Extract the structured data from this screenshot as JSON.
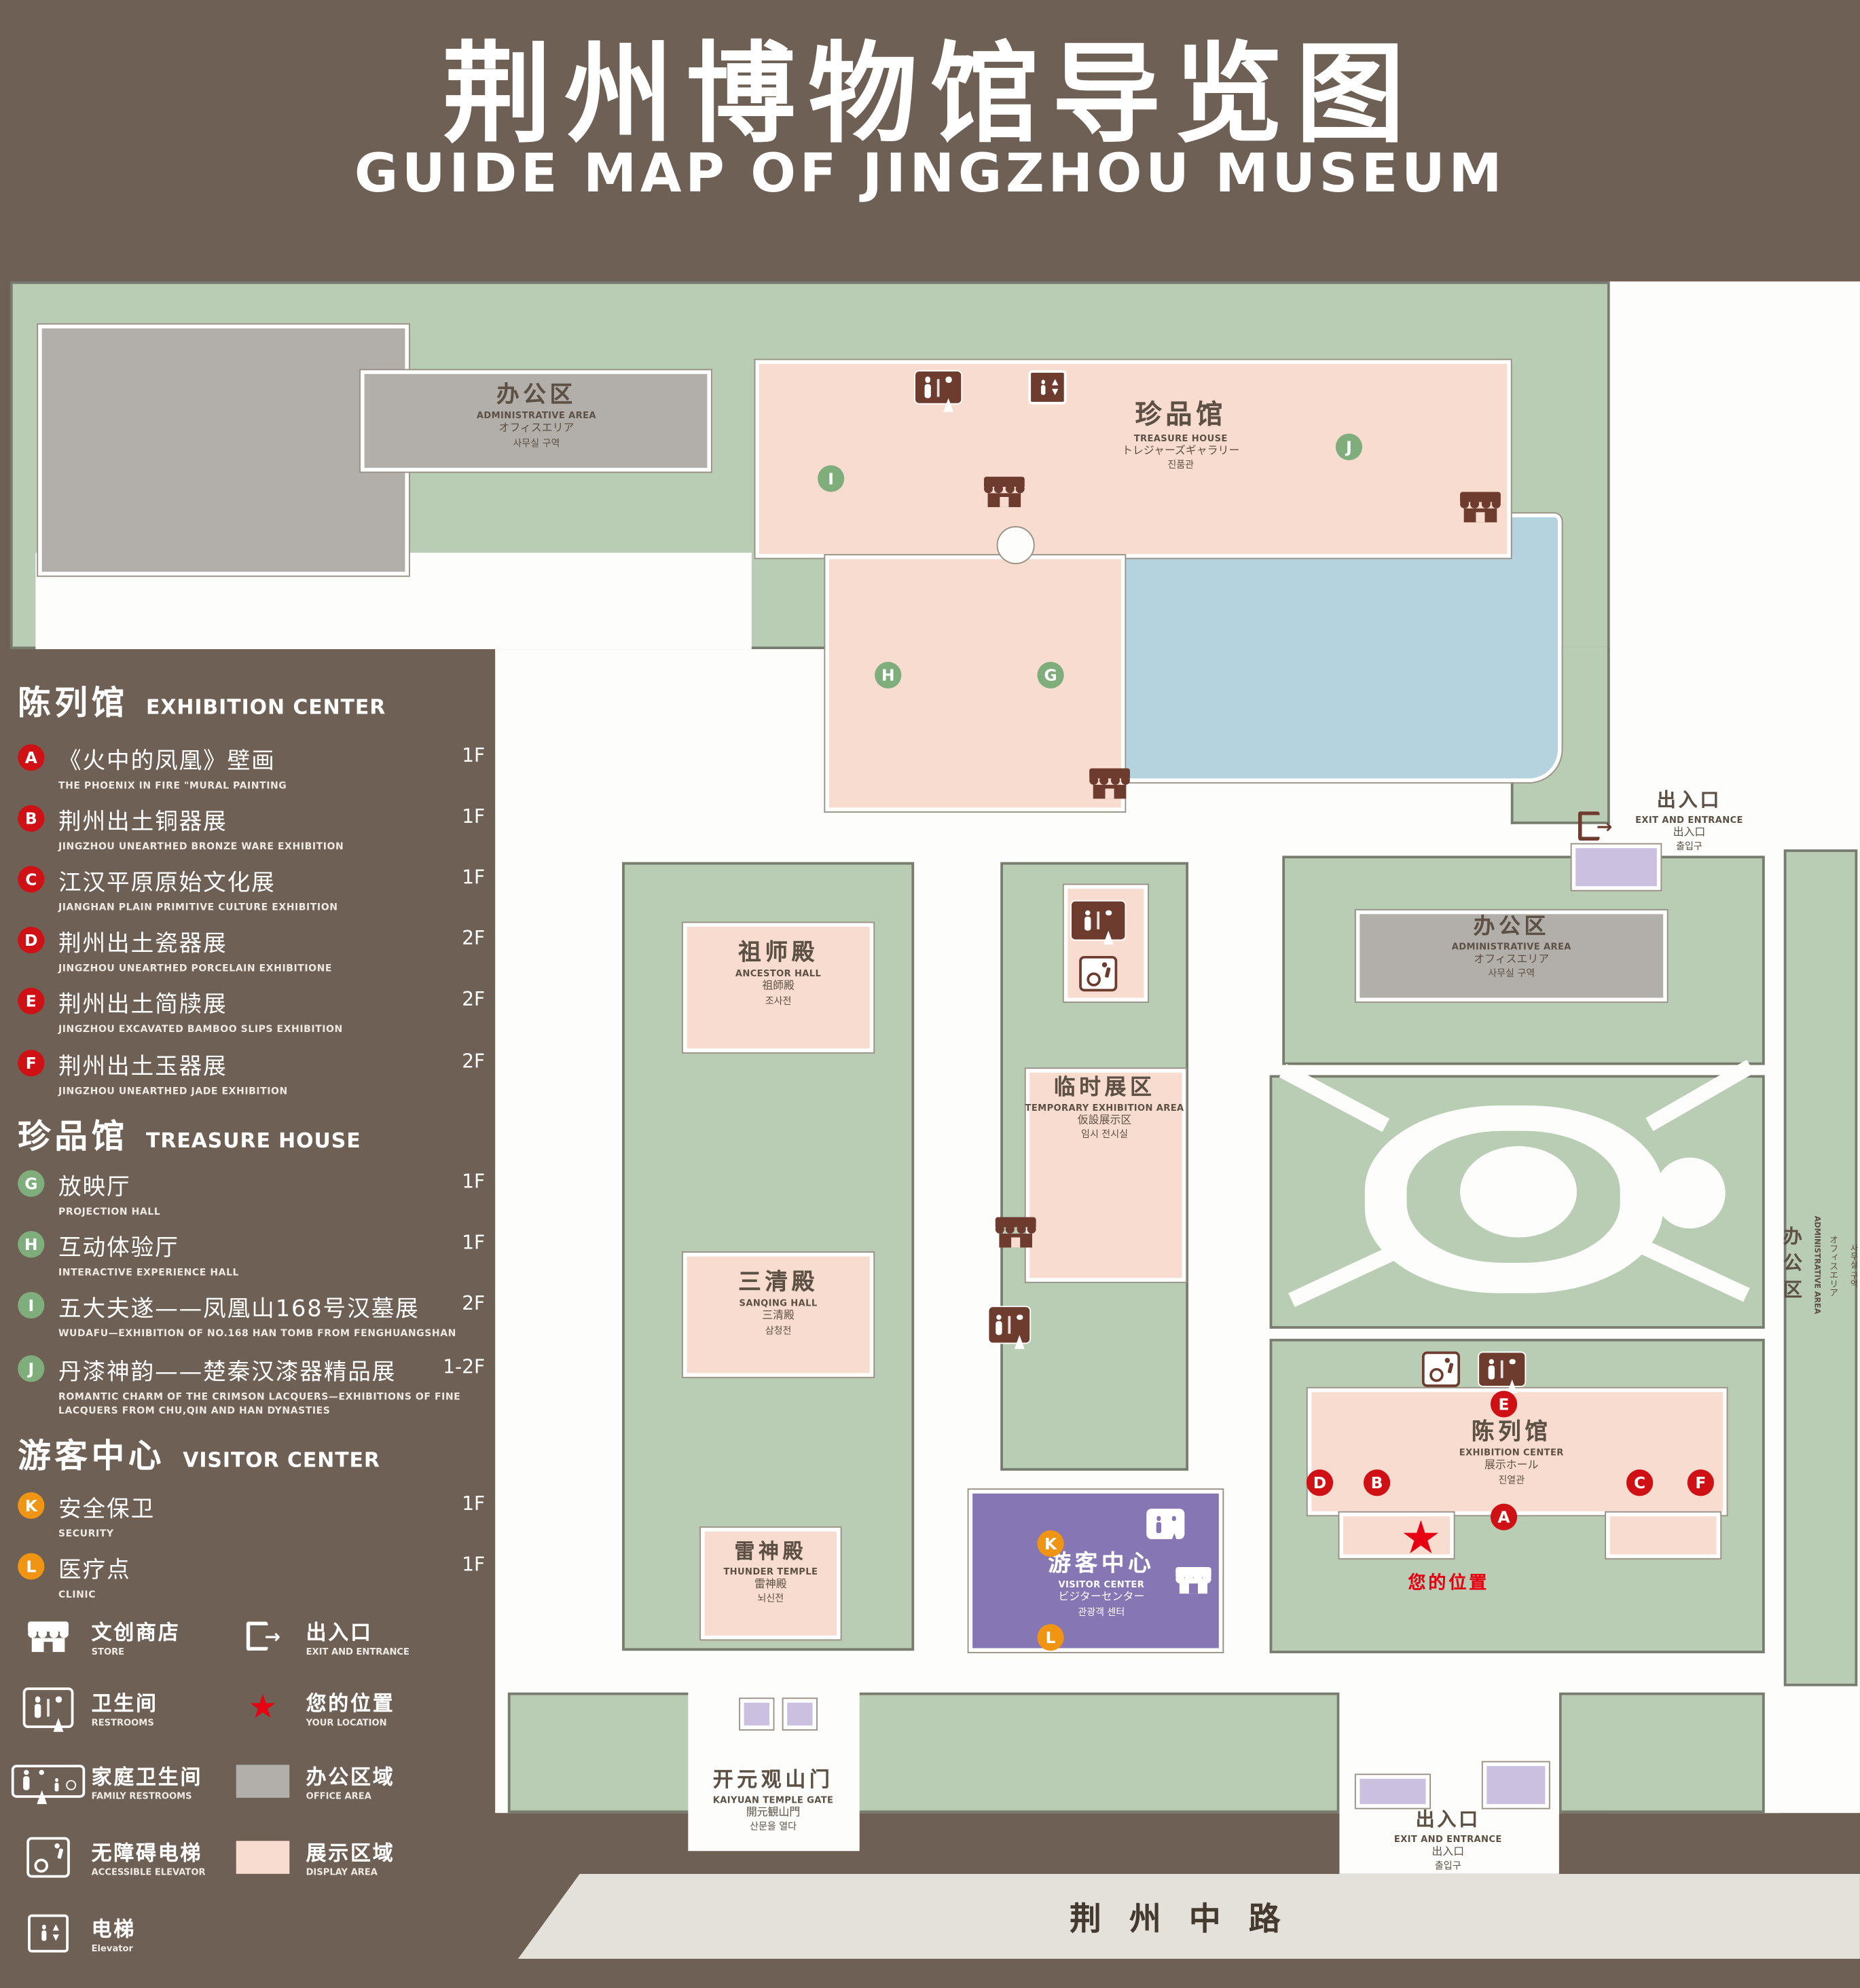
{
  "title": {
    "zh": "荆州博物馆导览图",
    "en": "GUIDE MAP OF JINGZHOU MUSEUM"
  },
  "colors": {
    "bg": "#6e6055",
    "green": "#b9ccb4",
    "pink": "#f8dcd0",
    "gray": "#b2afaa",
    "purple": "#8677b4",
    "light_purple": "#cbc0df",
    "pond": "#b4d3de",
    "road": "#e3e1da",
    "red": "#cf1116",
    "marker_green": "#7fae7c",
    "orange": "#ef9413",
    "icon_brown": "#6e3b2f",
    "map_text": "#5d5044",
    "star_red": "#e60012"
  },
  "legend": {
    "sections": [
      {
        "zh": "陈列馆",
        "en": "EXHIBITION CENTER",
        "items": [
          {
            "letter": "A",
            "zh": "《火中的凤凰》壁画",
            "en": "THE PHOENIX IN FIRE \"MURAL PAINTING",
            "floor": "1F"
          },
          {
            "letter": "B",
            "zh": "荆州出土铜器展",
            "en": "JINGZHOU UNEARTHED BRONZE WARE EXHIBITION",
            "floor": "1F"
          },
          {
            "letter": "C",
            "zh": "江汉平原原始文化展",
            "en": "JIANGHAN PLAIN PRIMITIVE CULTURE EXHIBITION",
            "floor": "1F"
          },
          {
            "letter": "D",
            "zh": "荆州出土瓷器展",
            "en": "JINGZHOU UNEARTHED PORCELAIN EXHIBITIONE",
            "floor": "2F"
          },
          {
            "letter": "E",
            "zh": "荆州出土简牍展",
            "en": "JINGZHOU EXCAVATED BAMBOO SLIPS EXHIBITION",
            "floor": "2F"
          },
          {
            "letter": "F",
            "zh": "荆州出土玉器展",
            "en": "JINGZHOU UNEARTHED JADE EXHIBITION",
            "floor": "2F"
          }
        ]
      },
      {
        "zh": "珍品馆",
        "en": "TREASURE HOUSE",
        "items": [
          {
            "letter": "G",
            "zh": "放映厅",
            "en": "PROJECTION HALL",
            "floor": "1F"
          },
          {
            "letter": "H",
            "zh": "互动体验厅",
            "en": "INTERACTIVE EXPERIENCE HALL",
            "floor": "1F"
          },
          {
            "letter": "I",
            "zh": "五大夫遂——凤凰山168号汉墓展",
            "en": "WUDAFU—EXHIBITION OF NO.168 HAN TOMB FROM FENGHUANGSHAN",
            "floor": "2F"
          },
          {
            "letter": "J",
            "zh": "丹漆神韵——楚秦汉漆器精品展",
            "en": "ROMANTIC CHARM OF THE CRIMSON LACQUERS—EXHIBITIONS OF FINE LACQUERS FROM CHU,QIN AND HAN DYNASTIES",
            "floor": "1-2F"
          }
        ]
      },
      {
        "zh": "游客中心",
        "en": "VISITOR CENTER",
        "items": [
          {
            "letter": "K",
            "zh": "安全保卫",
            "en": "SECURITY",
            "floor": "1F"
          },
          {
            "letter": "L",
            "zh": "医疗点",
            "en": "CLINIC",
            "floor": "1F"
          }
        ]
      }
    ],
    "symbols": [
      {
        "zh": "文创商店",
        "en": "STORE"
      },
      {
        "zh": "出入口",
        "en": "EXIT AND ENTRANCE"
      },
      {
        "zh": "卫生间",
        "en": "RESTROOMS"
      },
      {
        "zh": "您的位置",
        "en": "YOUR LOCATION"
      },
      {
        "zh": "家庭卫生间",
        "en": "FAMILY RESTROOMS"
      },
      {
        "zh": "办公区域",
        "en": "OFFICE AREA"
      },
      {
        "zh": "无障碍电梯",
        "en": "ACCESSIBLE ELEVATOR"
      },
      {
        "zh": "展示区域",
        "en": "DISPLAY AREA"
      },
      {
        "zh": "电梯",
        "en": "Elevator"
      }
    ]
  },
  "map": {
    "admin_top": {
      "zh": "办公区",
      "en": "ADMINISTRATIVE AREA",
      "ja": "オフィスエリア",
      "ko": "사무실 구역"
    },
    "treasure_house": {
      "zh": "珍品馆",
      "en": "TREASURE HOUSE",
      "ja": "トレジャーズギャラリー",
      "ko": "진품관"
    },
    "exit_right": {
      "zh": "出入口",
      "en": "EXIT AND ENTRANCE",
      "ja": "出入口",
      "ko": "출입구"
    },
    "ancestor_hall": {
      "zh": "祖师殿",
      "en": "ANCESTOR HALL",
      "ja": "祖師殿",
      "ko": "조사전"
    },
    "admin_right": {
      "zh": "办公区",
      "en": "ADMINISTRATIVE AREA",
      "ja": "オフィスエリア",
      "ko": "사무실 구역"
    },
    "temporary_area": {
      "zh": "临时展区",
      "en": "TEMPORARY EXHIBITION AREA",
      "ja": "仮設展示区",
      "ko": "임시 전시실"
    },
    "sanqing_hall": {
      "zh": "三清殿",
      "en": "SANQING HALL",
      "ja": "三清殿",
      "ko": "삼청전"
    },
    "thunder_temple": {
      "zh": "雷神殿",
      "en": "THUNDER TEMPLE",
      "ja": "雷神殿",
      "ko": "뇌신전"
    },
    "visitor_center": {
      "zh": "游客中心",
      "en": "VISITOR CENTER",
      "ja": "ビジターセンター",
      "ko": "관광객 센터"
    },
    "exhibition_center": {
      "zh": "陈列馆",
      "en": "EXHIBITION CENTER",
      "ja": "展示ホール",
      "ko": "진열관"
    },
    "your_location": "您的位置",
    "gate": {
      "zh": "开元观山门",
      "en": "KAIYUAN TEMPLE GATE",
      "ja": "開元観山門",
      "ko": "산문을 열다"
    },
    "exit_bottom": {
      "zh": "出入口",
      "en": "EXIT AND ENTRANCE",
      "ja": "出入口",
      "ko": "출입구"
    },
    "road": "荆州中路",
    "admin_strip": {
      "zh": "办公区",
      "en": "ADMINISTRATIVE AREA",
      "ja": "オフィスエリア",
      "ko": "사무실 구역"
    },
    "markers": {
      "a": "A",
      "b": "B",
      "c": "C",
      "d": "D",
      "e": "E",
      "f": "F",
      "g": "G",
      "h": "H",
      "i": "I",
      "j": "J",
      "k": "K",
      "l": "L"
    }
  }
}
